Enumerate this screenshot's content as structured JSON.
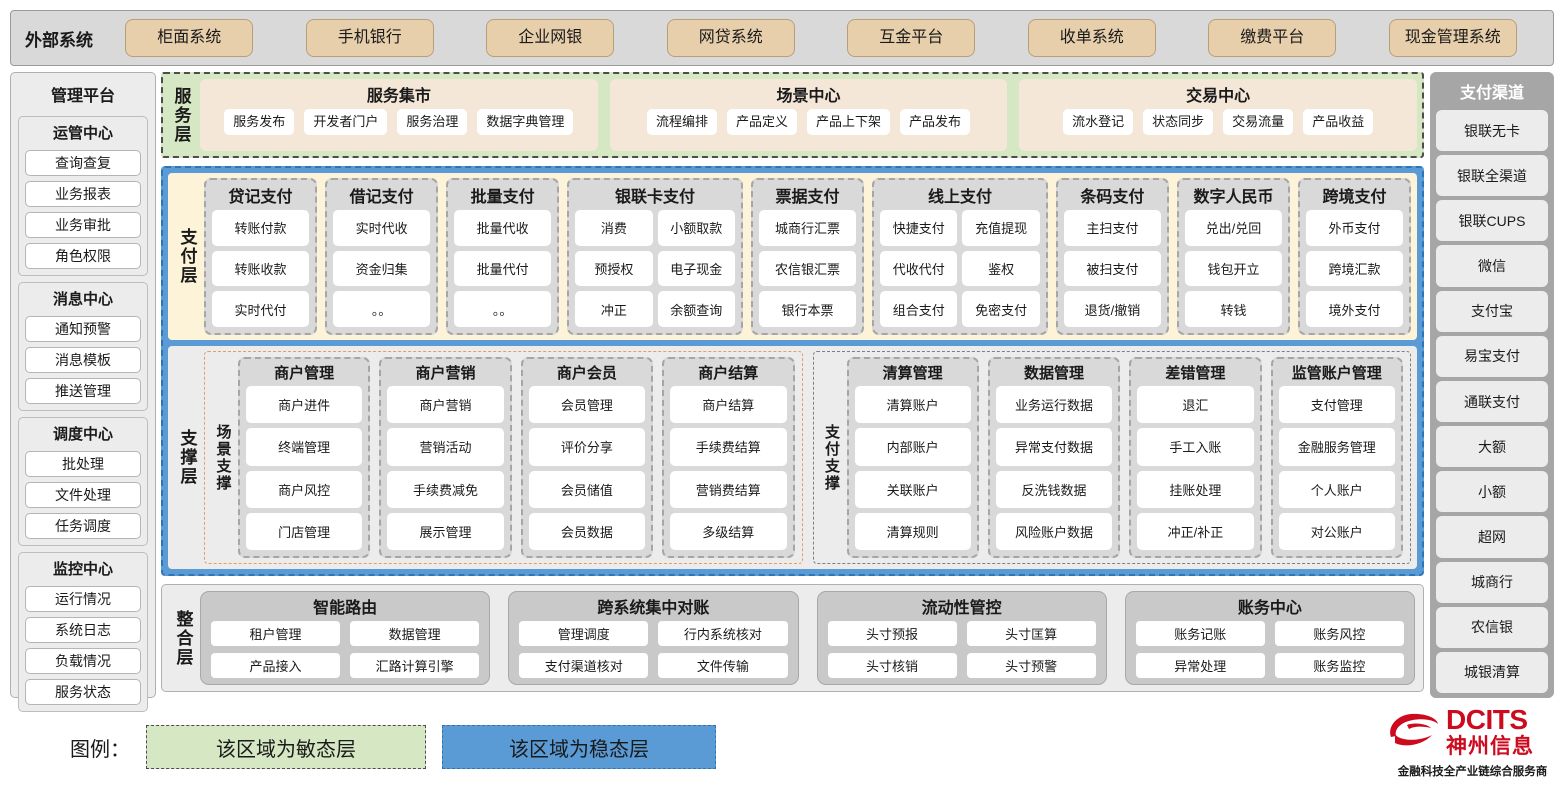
{
  "external": {
    "title": "外部系统",
    "items": [
      "柜面系统",
      "手机银行",
      "企业网银",
      "网贷系统",
      "互金平台",
      "收单系统",
      "缴费平台",
      "现金管理系统"
    ]
  },
  "management": {
    "title": "管理平台",
    "groups": [
      {
        "title": "运管中心",
        "items": [
          "查询查复",
          "业务报表",
          "业务审批",
          "角色权限"
        ]
      },
      {
        "title": "消息中心",
        "items": [
          "通知预警",
          "消息模板",
          "推送管理"
        ]
      },
      {
        "title": "调度中心",
        "items": [
          "批处理",
          "文件处理",
          "任务调度"
        ]
      },
      {
        "title": "监控中心",
        "items": [
          "运行情况",
          "系统日志",
          "负载情况",
          "服务状态"
        ]
      }
    ]
  },
  "service_layer": {
    "label": "服务层",
    "groups": [
      {
        "title": "服务集市",
        "items": [
          "服务发布",
          "开发者门户",
          "服务治理",
          "数据字典管理"
        ]
      },
      {
        "title": "场景中心",
        "items": [
          "流程编排",
          "产品定义",
          "产品上下架",
          "产品发布"
        ]
      },
      {
        "title": "交易中心",
        "items": [
          "流水登记",
          "状态同步",
          "交易流量",
          "产品收益"
        ]
      }
    ]
  },
  "payment_layer": {
    "label": "支付层",
    "columns": [
      {
        "title": "贷记支付",
        "cols": 1,
        "items": [
          "转账付款",
          "转账收款",
          "实时代付"
        ]
      },
      {
        "title": "借记支付",
        "cols": 1,
        "items": [
          "实时代收",
          "资金归集",
          "。。"
        ]
      },
      {
        "title": "批量支付",
        "cols": 1,
        "items": [
          "批量代收",
          "批量代付",
          "。。"
        ]
      },
      {
        "title": "银联卡支付",
        "cols": 2,
        "items": [
          "消费",
          "小额取款",
          "预授权",
          "电子现金",
          "冲正",
          "余额查询"
        ]
      },
      {
        "title": "票据支付",
        "cols": 1,
        "items": [
          "城商行汇票",
          "农信银汇票",
          "银行本票"
        ]
      },
      {
        "title": "线上支付",
        "cols": 2,
        "items": [
          "快捷支付",
          "充值提现",
          "代收代付",
          "鉴权",
          "组合支付",
          "免密支付"
        ]
      },
      {
        "title": "条码支付",
        "cols": 1,
        "items": [
          "主扫支付",
          "被扫支付",
          "退货/撤销"
        ]
      },
      {
        "title": "数字人民币",
        "cols": 1,
        "items": [
          "兑出/兑回",
          "钱包开立",
          "转钱"
        ]
      },
      {
        "title": "跨境支付",
        "cols": 1,
        "items": [
          "外币支付",
          "跨境汇款",
          "境外支付"
        ]
      }
    ]
  },
  "support_layer": {
    "label": "支撑层",
    "zones": [
      {
        "label": "场景支撑",
        "columns": [
          {
            "title": "商户管理",
            "items": [
              "商户进件",
              "终端管理",
              "商户风控",
              "门店管理"
            ]
          },
          {
            "title": "商户营销",
            "items": [
              "商户营销",
              "营销活动",
              "手续费减免",
              "展示管理"
            ]
          },
          {
            "title": "商户会员",
            "items": [
              "会员管理",
              "评价分享",
              "会员储值",
              "会员数据"
            ]
          },
          {
            "title": "商户结算",
            "items": [
              "商户结算",
              "手续费结算",
              "营销费结算",
              "多级结算"
            ]
          }
        ]
      },
      {
        "label": "支付支撑",
        "columns": [
          {
            "title": "清算管理",
            "items": [
              "清算账户",
              "内部账户",
              "关联账户",
              "清算规则"
            ]
          },
          {
            "title": "数据管理",
            "items": [
              "业务运行数据",
              "异常支付数据",
              "反洗钱数据",
              "风险账户数据"
            ]
          },
          {
            "title": "差错管理",
            "items": [
              "退汇",
              "手工入账",
              "挂账处理",
              "冲正/补正"
            ]
          },
          {
            "title": "监管账户管理",
            "items": [
              "支付管理",
              "金融服务管理",
              "个人账户",
              "对公账户"
            ]
          }
        ]
      }
    ]
  },
  "integration_layer": {
    "label": "整合层",
    "groups": [
      {
        "title": "智能路由",
        "items": [
          "租户管理",
          "数据管理",
          "产品接入",
          "汇路计算引擎"
        ]
      },
      {
        "title": "跨系统集中对账",
        "items": [
          "管理调度",
          "行内系统核对",
          "支付渠道核对",
          "文件传输"
        ]
      },
      {
        "title": "流动性管控",
        "items": [
          "头寸预报",
          "头寸匡算",
          "头寸核销",
          "头寸预警"
        ]
      },
      {
        "title": "账务中心",
        "items": [
          "账务记账",
          "账务风控",
          "异常处理",
          "账务监控"
        ]
      }
    ]
  },
  "channels": {
    "title": "支付渠道",
    "items": [
      "银联无卡",
      "银联全渠道",
      "银联CUPS",
      "微信",
      "支付宝",
      "易宝支付",
      "通联支付",
      "大额",
      "小额",
      "超网",
      "城商行",
      "农信银",
      "城银清算"
    ]
  },
  "legend": {
    "label": "图例：",
    "agile_text": "该区域为敏态层",
    "stable_text": "该区域为稳态层",
    "agile_color": "#d6e7c4",
    "stable_color": "#5b9bd5"
  },
  "logo": {
    "brand_en": "DCITS",
    "brand_cn": "神州信息",
    "tagline": "金融科技全产业链综合服务商",
    "brand_color": "#cc0b1f"
  }
}
